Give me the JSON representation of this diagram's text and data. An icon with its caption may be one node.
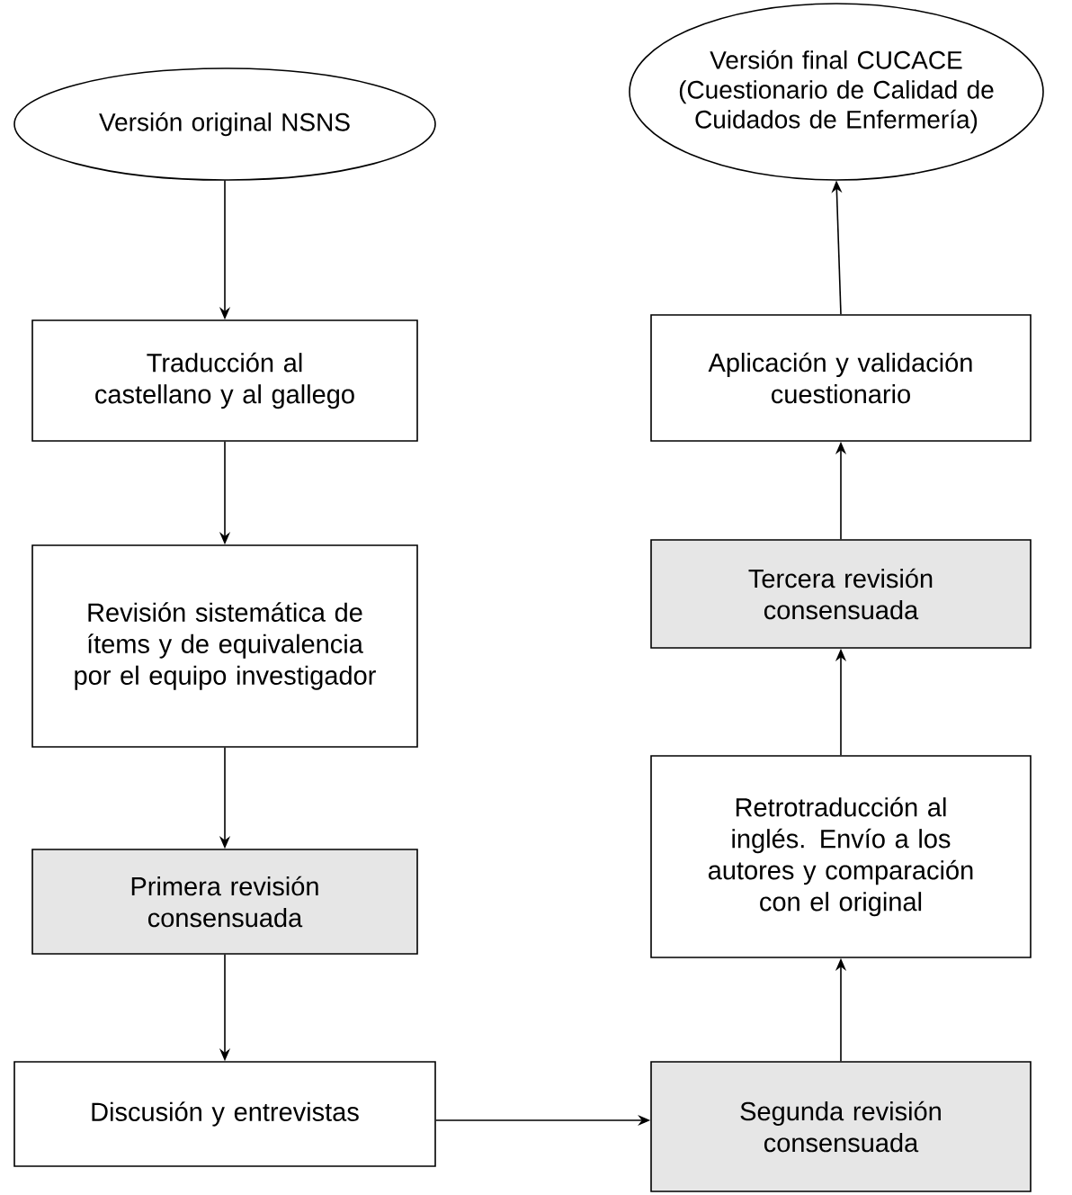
{
  "diagram": {
    "nodes": [
      {
        "text": [
          "Versión original NSNS"
        ]
      },
      {
        "text": [
          "Traducción al castellano y al gallego"
        ]
      },
      {
        "text": [
          "Revisión sistemática de ítems y de equivalencia por el equipo investigador"
        ]
      },
      {
        "text": [
          "Primera revisión consensuada"
        ]
      },
      {
        "text": [
          "Discusión y entrevistas"
        ]
      },
      {
        "text": [
          "Segunda revisión consensuada"
        ]
      },
      {
        "text": [
          "Retrotraducción al inglés. Envío a los autores y comparación con el original"
        ]
      },
      {
        "text": [
          "Tercera revisión consensuada"
        ]
      },
      {
        "text": [
          "Aplicación y validación cuestionario"
        ]
      },
      {
        "text": [
          "Versión final CUCACE (Cuestionario de Calidad de Cuidados de Enfermería)"
        ]
      }
    ],
    "edges": [
      {
        "from": 0,
        "to": 1,
        "arrow": "to"
      },
      {
        "from": 1,
        "to": 2,
        "arrow": "to"
      },
      {
        "from": 2,
        "to": 3,
        "arrow": "to"
      },
      {
        "from": 3,
        "to": 4,
        "arrow": "to"
      },
      {
        "from": 4,
        "to": 5,
        "arrow": "to"
      },
      {
        "from": 5,
        "to": 6,
        "arrow": "to"
      },
      {
        "from": 6,
        "to": 7,
        "arrow": "to"
      },
      {
        "from": 7,
        "to": 8,
        "arrow": "to"
      },
      {
        "from": 8,
        "to": 9,
        "arrow": "to"
      }
    ]
  }
}
